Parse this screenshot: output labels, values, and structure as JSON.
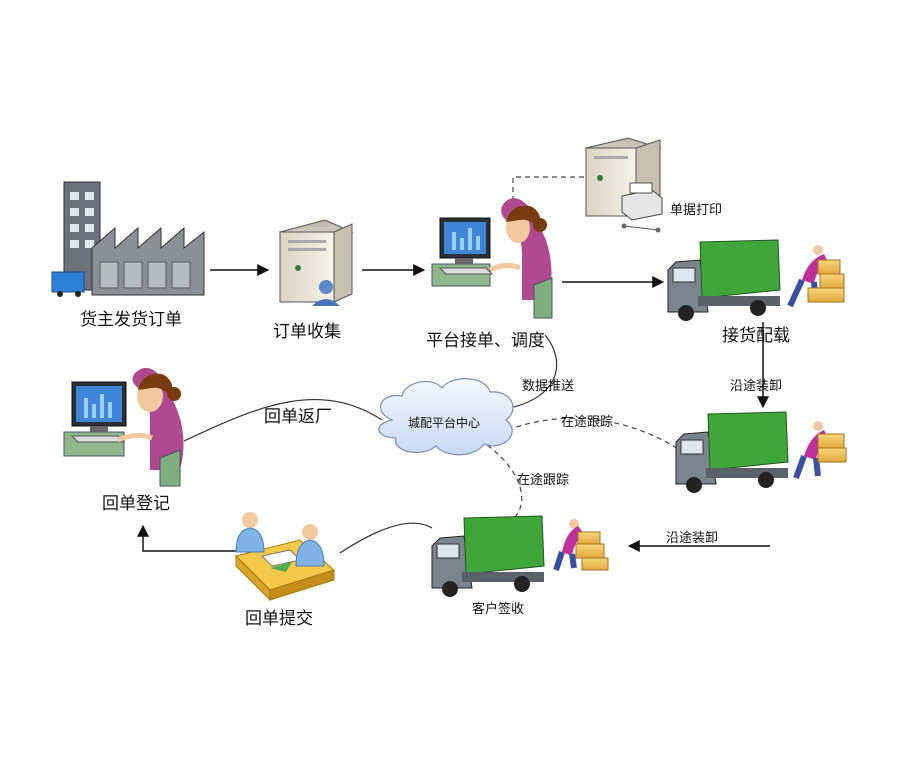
{
  "diagram": {
    "nodes": {
      "shipper_order": "货主发货订单",
      "order_collect": "订单收集",
      "platform_dispatch": "平台接单、调度",
      "receipt_print": "单据打印",
      "pickup_load": "接货配载",
      "receipt_register": "回单登记",
      "receipt_submit": "回单提交",
      "customer_sign": "客户签收",
      "center": "城配平台中心"
    },
    "edges": {
      "data_push": "数据推送",
      "tracking_right": "在途跟踪",
      "tracking_bottom": "在途跟踪",
      "unload_vertical": "沿途装卸",
      "unload_horizontal": "沿途装卸",
      "return_factory": "回单返厂"
    }
  }
}
